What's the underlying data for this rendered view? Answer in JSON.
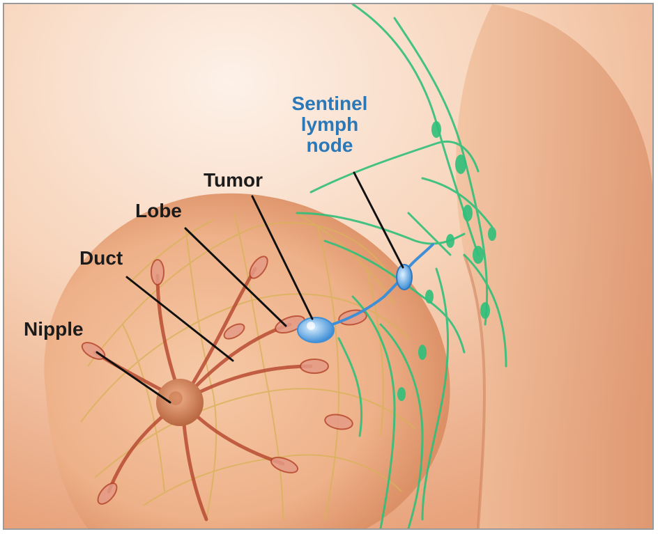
{
  "labels": {
    "nipple": "Nipple",
    "duct": "Duct",
    "lobe": "Lobe",
    "tumor": "Tumor",
    "sentinel": [
      "Sentinel",
      "lymph",
      "node"
    ]
  },
  "colors": {
    "skin_light": "#fbe6d6",
    "skin_mid": "#f0b890",
    "skin_dark": "#d98a5e",
    "lymph_green": "#2fbf7a",
    "tumor_blue": "#5aa9e6",
    "duct_red": "#b5452c",
    "label_dark": "#1b1b1b",
    "label_blue": "#2a78b8"
  }
}
